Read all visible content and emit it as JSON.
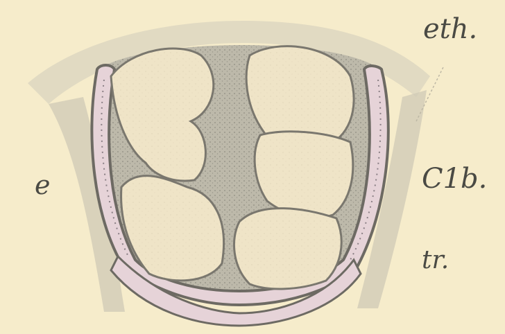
{
  "figure": {
    "labels": {
      "eth": "eth.",
      "e": "e",
      "c1b": "C1b.",
      "tr": "tr."
    },
    "colors": {
      "background": "#f6eccb",
      "lobe_fill": "#f4ead0",
      "tissue_gray": "#b9b6a6",
      "outline": "#6d6a63",
      "cartilage_pink": "#e6d3d8",
      "label_ink": "#4a4a44"
    }
  }
}
